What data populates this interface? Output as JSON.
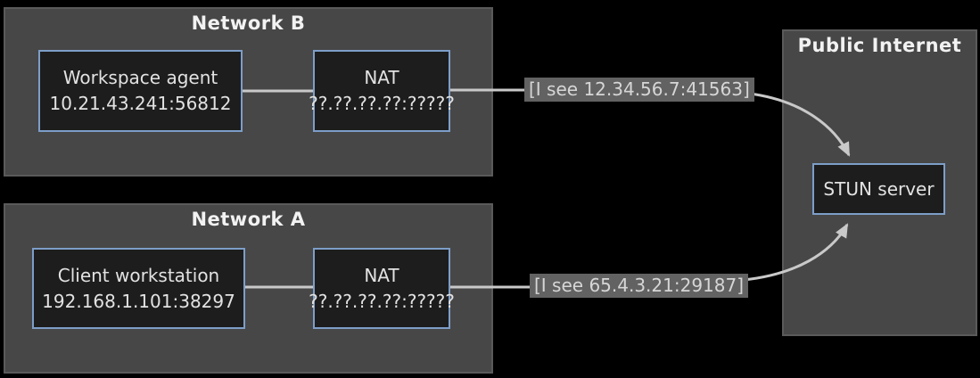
{
  "diagram": {
    "type": "network-nat-traversal-diagram",
    "background_color": "#000000",
    "region_fill": "#474747",
    "node_fill": "#1d1d1d",
    "node_border_color": "#7d9ec8",
    "wire_color": "#c9c9c9",
    "label_background": "#626262"
  },
  "regions": {
    "network_b": {
      "title": "Network B"
    },
    "network_a": {
      "title": "Network A"
    },
    "public_internet": {
      "title": "Public Internet"
    }
  },
  "nodes": {
    "workspace_agent": {
      "name": "Workspace agent",
      "address": "10.21.43.241:56812"
    },
    "nat_b": {
      "name": "NAT",
      "address": "??.??.??.??:?????"
    },
    "client_workstation": {
      "name": "Client workstation",
      "address": "192.168.1.101:38297"
    },
    "nat_a": {
      "name": "NAT",
      "address": "??.??.??.??:?????"
    },
    "stun_server": {
      "name": "STUN server"
    }
  },
  "connector_labels": {
    "agent_observed": "[I see 12.34.56.7:41563]",
    "client_observed": "[I see 65.4.3.21:29187]"
  }
}
